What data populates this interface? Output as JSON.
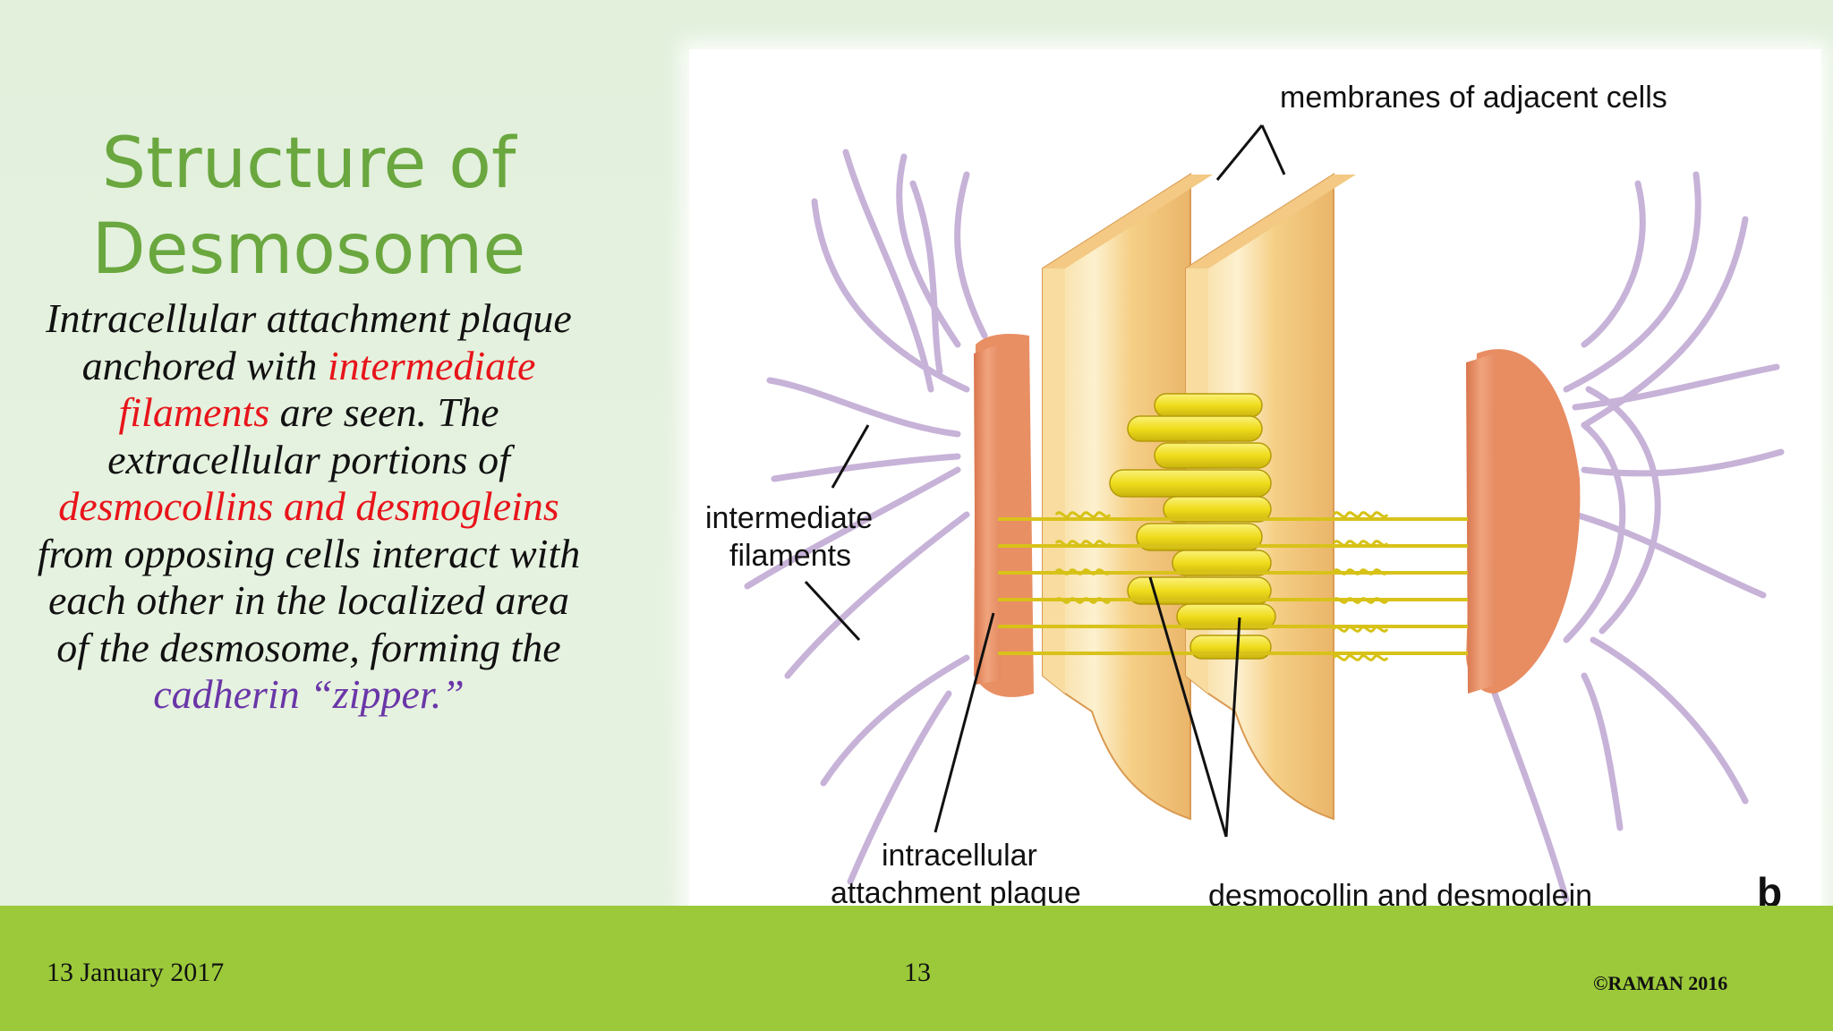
{
  "slide": {
    "title": "Structure of Desmosome",
    "body": [
      {
        "text": "Intracellular attachment plaque anchored with ",
        "style": "black"
      },
      {
        "text": "intermediate filaments",
        "style": "red"
      },
      {
        "text": " are seen. The extracellular portions of ",
        "style": "black"
      },
      {
        "text": "desmocollins and desmogleins",
        "style": "red"
      },
      {
        "text": " from opposing cells interact with each other in the localized area of the desmosome, forming the ",
        "style": "black"
      },
      {
        "text": "cadherin “zipper.”",
        "style": "purple"
      }
    ]
  },
  "figure": {
    "labels": {
      "membranes": "membranes of adjacent cells",
      "filaments_line1": "intermediate",
      "filaments_line2": "filaments",
      "plaque_line1": "intracellular",
      "plaque_line2": "attachment plaque",
      "desmocollin": "desmocollin and desmoglein",
      "panel": "b"
    }
  },
  "footer": {
    "date": "13 January 2017",
    "page_number": "13",
    "copyright": "©RAMAN 2016"
  },
  "colors": {
    "title": "#6aa73f",
    "highlight_red": "#e8141a",
    "highlight_purple": "#6a36a8",
    "footer_bar": "#9bc93a",
    "filament": "#c9b4d9",
    "plaque": "#e8956a",
    "membrane": "#f2c77e",
    "protein": "#f2e22a"
  }
}
